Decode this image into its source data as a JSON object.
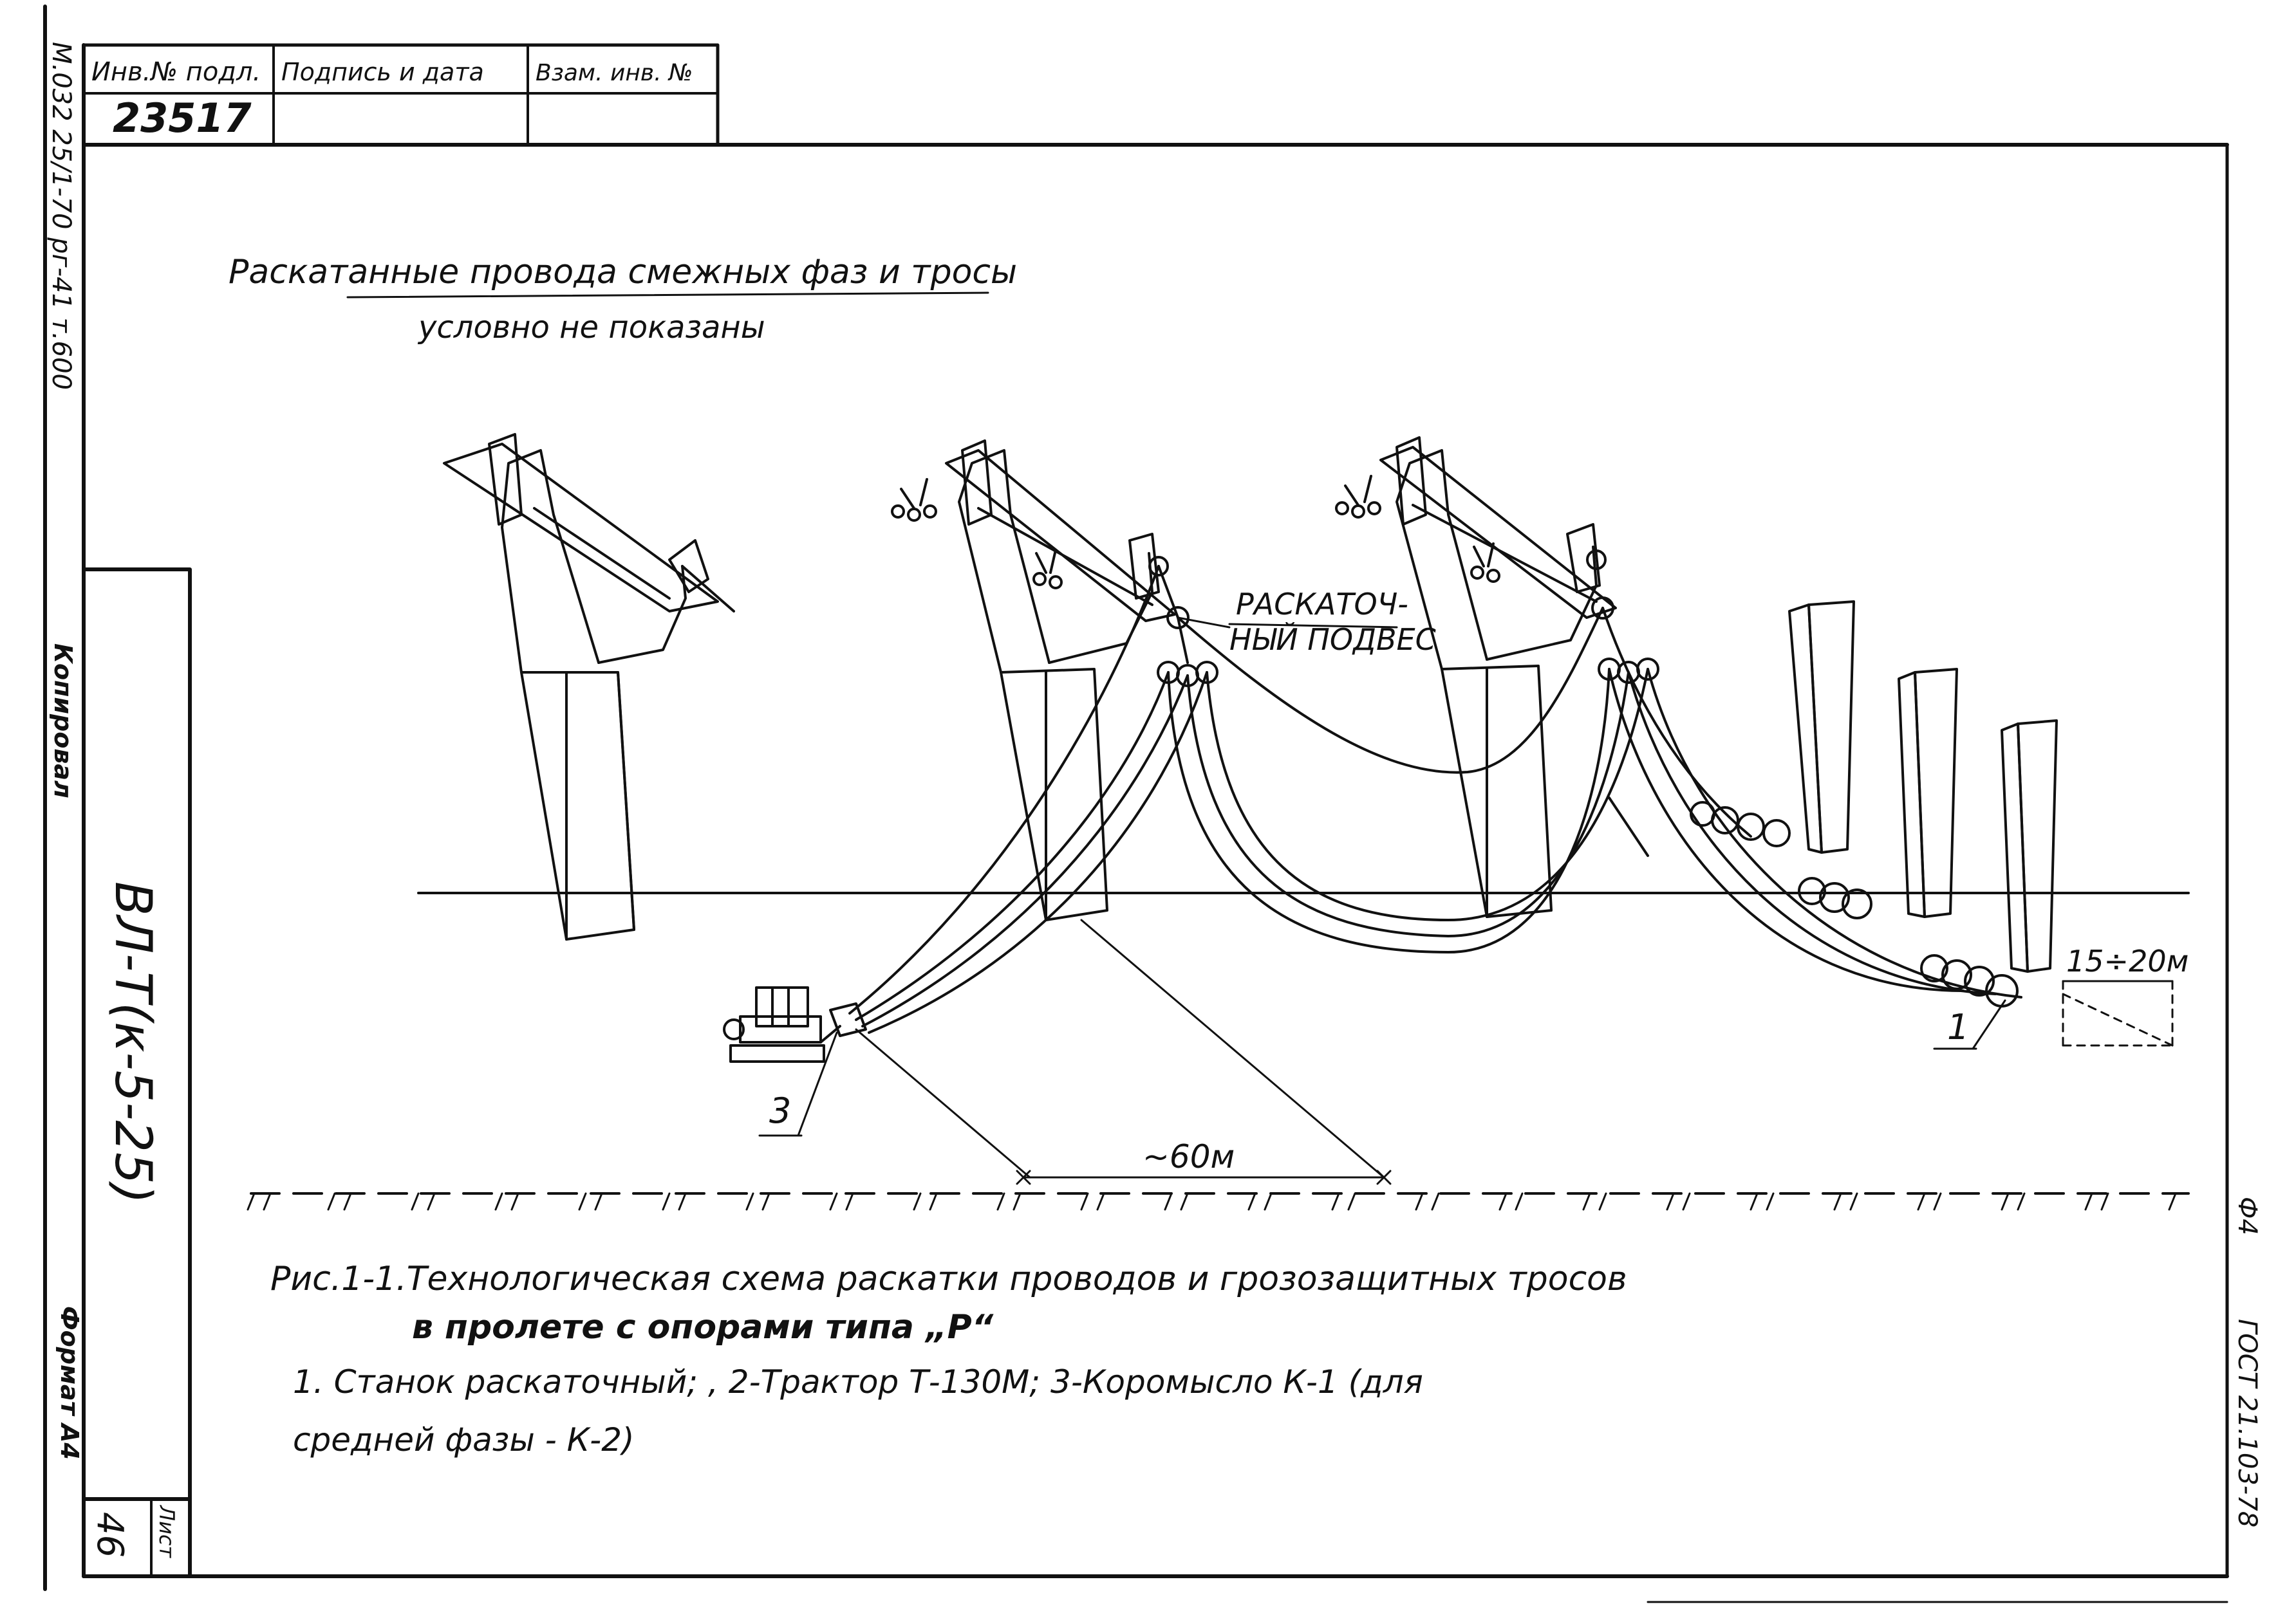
{
  "stamp": {
    "col_inv_header": "Инв.№ подл.",
    "col_sign_header": "Подпись и дата",
    "col_replace_header": "Взам. инв. №",
    "inv_number": "23517"
  },
  "left_margin": {
    "archive_code": "М.032 25/1-70 рг-41 т.600",
    "copy_mark": "Копировал",
    "doc_code": "ВЛ-Т(к-5-25)",
    "format_mark": "Формат А4",
    "sheet_label": "Лист",
    "sheet_number": "46"
  },
  "right_margin": {
    "form_mark": "Ф4",
    "gost": "ГОСТ 21.103-78"
  },
  "diagram": {
    "note_line1": "Раскатанные провода смежных фаз и тросы",
    "note_line2": "условно не показаны",
    "suspension_label_1": "РАСКАТОЧ-",
    "suspension_label_2": "НЫЙ ПОДВЕС",
    "distance_label": "~60м",
    "offset_label": "15÷20м",
    "marker_1": "1",
    "marker_3": "3"
  },
  "caption": {
    "title_line1": "Рис.1-1.Технологическая схема раскатки проводов и грозозащитных тросов",
    "title_line2": "в пролете с опорами типа „Р“",
    "legend_line1": "1. Станок раскаточный; , 2-Трактор Т-130М; 3-Коромысло К-1 (для",
    "legend_line2": "средней фазы - К-2)"
  }
}
